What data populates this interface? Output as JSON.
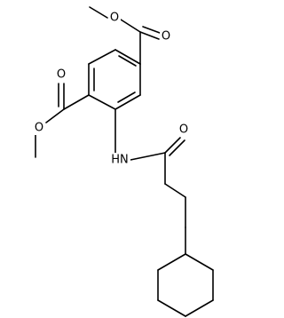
{
  "molecule": {
    "atom_labels": {
      "o_upper_carbonyl": "O",
      "o_upper_ester": "O",
      "o_left_carbonyl": "O",
      "o_left_ester": "O",
      "nh": "HN",
      "o_amide": "O"
    },
    "colors": {
      "bond": "#000000",
      "label": "#000000",
      "background": "#ffffff"
    }
  }
}
